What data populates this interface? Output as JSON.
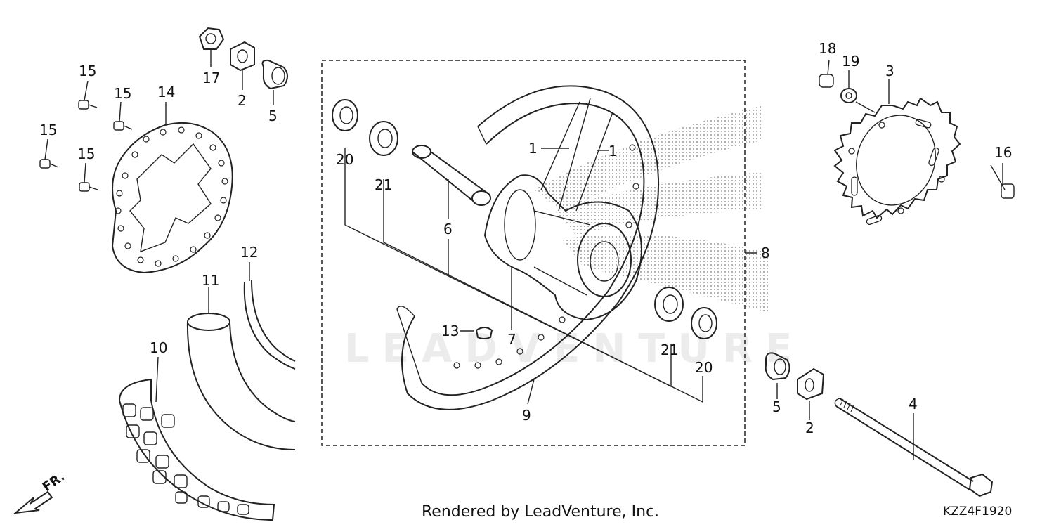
{
  "footer": {
    "credit": "Rendered by LeadVenture, Inc.",
    "code": "KZZ4F1920"
  },
  "watermark": "LEADVENTURE",
  "direction_label": "FR.",
  "callouts": {
    "c1a": "1",
    "c1b": "1",
    "c2a": "2",
    "c2b": "2",
    "c3": "3",
    "c4": "4",
    "c5a": "5",
    "c5b": "5",
    "c6": "6",
    "c7": "7",
    "c8": "8",
    "c9": "9",
    "c10": "10",
    "c11": "11",
    "c12": "12",
    "c13": "13",
    "c14": "14",
    "c15a": "15",
    "c15b": "15",
    "c15c": "15",
    "c15d": "15",
    "c16": "16",
    "c17": "17",
    "c18": "18",
    "c19": "19",
    "c20a": "20",
    "c20b": "20",
    "c21a": "21",
    "c21b": "21"
  },
  "colors": {
    "line": "#222222",
    "background": "#ffffff",
    "dots": "#9a9a9a"
  }
}
